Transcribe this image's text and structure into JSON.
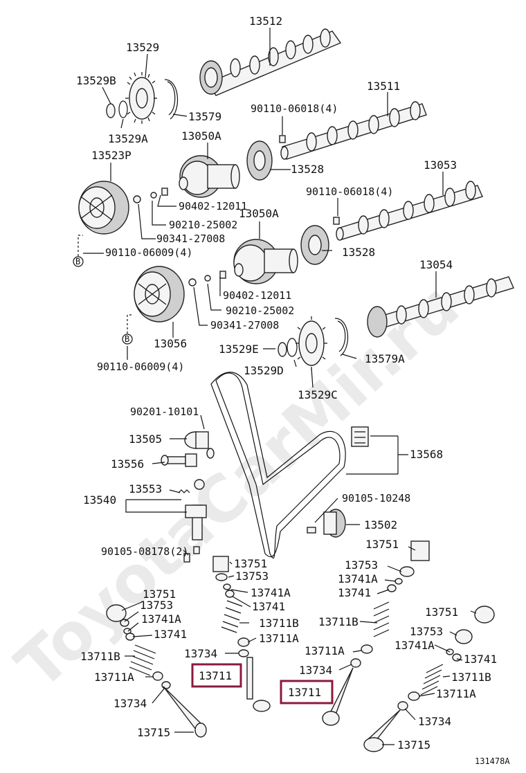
{
  "watermark": "ToyotaCarMir.ru",
  "diagram_code": "131478A",
  "labels": {
    "p13512": "13512",
    "p13529": "13529",
    "p13529b": "13529B",
    "p13579": "13579",
    "p13529a": "13529A",
    "p13511": "13511",
    "p9011006018a": "90110-06018(4)",
    "p13050a_1": "13050A",
    "p13528_1": "13528",
    "p13523p": "13523P",
    "p13053": "13053",
    "p9011006018b": "90110-06018(4)",
    "p9040212011a": "90402-12011",
    "p9021025002a": "90210-25002",
    "p9034127008a": "90341-27008",
    "p13050a_2": "13050A",
    "p9011006009a": "90110-06009(4)",
    "p13528_2": "13528",
    "p13054": "13054",
    "p9040212011b": "90402-12011",
    "p9021025002b": "90210-25002",
    "p9034127008b": "90341-27008",
    "p13056": "13056",
    "p13529e": "13529E",
    "p13579a": "13579A",
    "p13529d": "13529D",
    "p9011006009b": "90110-06009(4)",
    "p13529c": "13529C",
    "p9020110101": "90201-10101",
    "p13505": "13505",
    "p13568": "13568",
    "p13556": "13556",
    "p13553": "13553",
    "p13540": "13540",
    "p9010510248": "90105-10248",
    "p13502": "13502",
    "p9010508178": "90105-08178(2)",
    "p13751_a": "13751",
    "p13753_a": "13753",
    "p13741a_a": "13741A",
    "p13741_a": "13741",
    "p13711b_a": "13711B",
    "p13711a_a": "13711A",
    "p13734_a": "13734",
    "p13711_a": "13711",
    "p13751_b": "13751",
    "p13753_b": "13753",
    "p13741a_b": "13741A",
    "p13741_b": "13741",
    "p13711b_b": "13711B",
    "p13711a_b": "13711A",
    "p13734_b": "13734",
    "p13711_b": "13711",
    "p13751_c": "13751",
    "p13753_c": "13753",
    "p13741a_c": "13741A",
    "p13741_c": "13741",
    "p13711b_c": "13711B",
    "p13711a_c": "13711A",
    "p13734_c": "13734",
    "p13715_c": "13715",
    "p13751_d": "13751",
    "p13753_d": "13753",
    "p13741a_d": "13741A",
    "p13741_d": "13741",
    "p13711b_d": "13711B",
    "p13711a_d": "13711A",
    "p13734_d": "13734",
    "p13715_d": "13715",
    "ref_b": "B"
  },
  "colors": {
    "highlight": "#8b1a3c",
    "watermark": "#d6d6d6"
  }
}
